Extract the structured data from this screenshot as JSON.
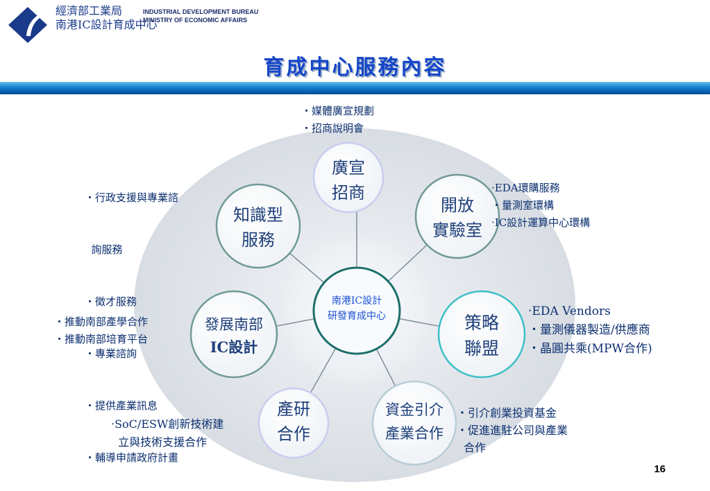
{
  "header": {
    "org_cn_line1": "經濟部工業局",
    "org_cn_line2": "南港IC設計育成中心",
    "org_en_line1": "INDUSTRIAL DEVELOPMENT BUREAU",
    "org_en_line2": "MINISTRY OF ECONOMIC AFFAIRS",
    "logo_icon": "idb-logo-icon",
    "band_color": "#0b64b8"
  },
  "title": "育成中心服務內容",
  "center": {
    "line1": "南港IC設計",
    "line2": "研發育成中心"
  },
  "nodes": [
    {
      "id": "promotion",
      "lines": [
        "廣宣",
        "招商"
      ]
    },
    {
      "id": "knowledge",
      "lines": [
        "知識型",
        "服務"
      ]
    },
    {
      "id": "open-lab",
      "lines": [
        "開放",
        "實驗室"
      ]
    },
    {
      "id": "south-ic",
      "lines": [
        "發展南部",
        "IC設計"
      ]
    },
    {
      "id": "alliance",
      "lines": [
        "策略",
        "聯盟"
      ]
    },
    {
      "id": "industry-research",
      "lines": [
        "產研",
        "合作"
      ]
    },
    {
      "id": "funding",
      "lines": [
        "資金引介",
        "產業合作"
      ]
    }
  ],
  "bullet_groups": {
    "promotion": [
      "‧媒體廣宣規劃",
      "‧招商說明會"
    ],
    "knowledge": [
      "‧行政支援與專業諮",
      "  詢服務",
      "‧徵才服務",
      "‧專業諮詢",
      "‧提供產業訊息",
      "‧輔導申請政府計畫"
    ],
    "open_lab": [
      "‧EDA環購服務",
      "‧量測室環構",
      "‧IC設計運算中心環構"
    ],
    "south_ic": [
      "‧推動南部產學合作",
      "‧推動南部培育平台"
    ],
    "alliance": [
      "‧EDA Vendors",
      "‧量測儀器製造/供應商",
      "‧晶圓共乘(MPW合作)"
    ],
    "industry_research": [
      "‧SoC/ESW創新技術建",
      "  立與技術支援合作"
    ],
    "funding": [
      "‧引介創業投資基金",
      "‧促進進駐公司與產業",
      "  合作"
    ]
  },
  "page_number": "16",
  "colors": {
    "title": "#1546c8",
    "node_border": "#6f9a96",
    "center_border": "#1d6e6a",
    "bullet_text": "#0c2f70"
  }
}
